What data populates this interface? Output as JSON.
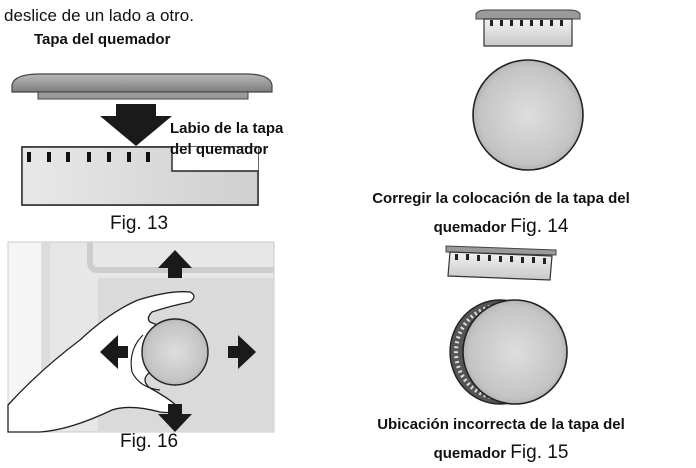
{
  "intro_text": "deslice de un lado a otro.",
  "burner_cap_title": "Tapa del quemador",
  "lip_label_line1": "Labio de la tapa",
  "lip_label_line2": "del quemador",
  "fig13": "Fig. 13",
  "fig16": "Fig. 16",
  "correct_caption_line1": "Corregir la colocación de la tapa del",
  "correct_caption_line2_bold": "quemador",
  "correct_caption_fig": "Fig. 14",
  "incorrect_caption_line1": "Ubicación incorrecta de la tapa del",
  "incorrect_caption_line2_bold": "quemador",
  "incorrect_caption_fig": "Fig. 15"
}
